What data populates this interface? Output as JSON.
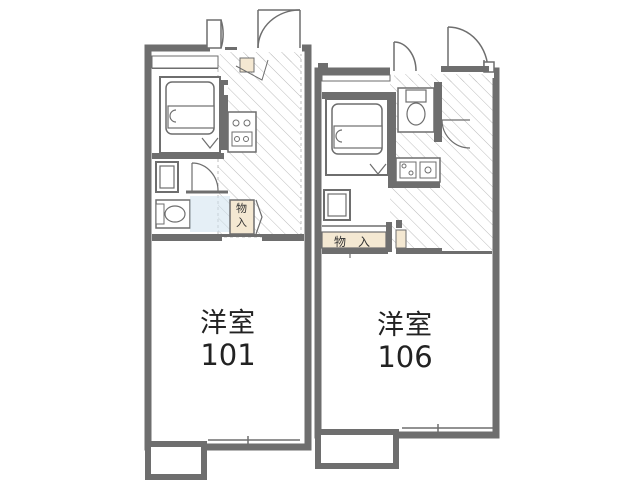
{
  "units": [
    {
      "room_type": "洋室",
      "room_number": "101",
      "closet_label_lines": [
        "物",
        "入"
      ]
    },
    {
      "room_type": "洋室",
      "room_number": "106",
      "closet_label": "物　入"
    }
  ],
  "colors": {
    "wall": "#6e6e6e",
    "fixture": "#6e6e6e",
    "hatch": "#bbbbbb",
    "closet_fill": "#f4e8d2",
    "glass": "#cfe2ef"
  }
}
